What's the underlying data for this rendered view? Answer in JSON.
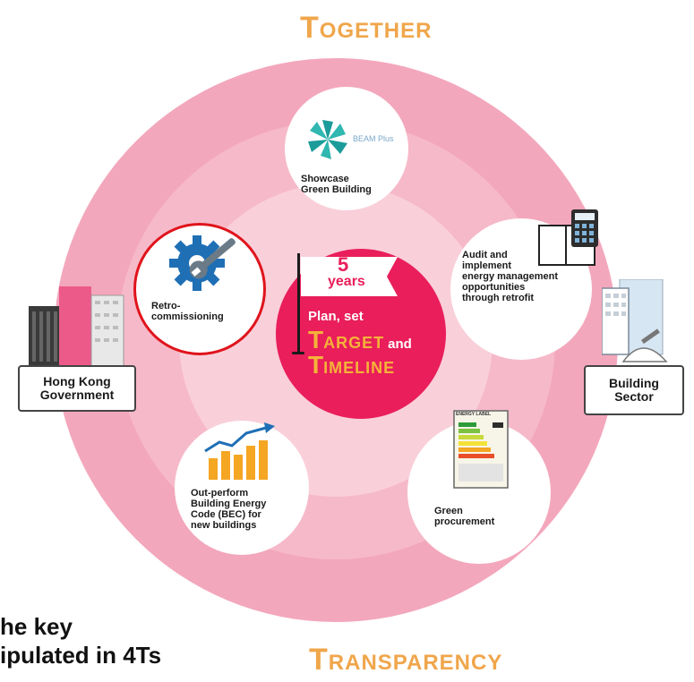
{
  "top_title": {
    "cap": "T",
    "rest": "OGETHER"
  },
  "bottom_title": {
    "cap": "T",
    "rest": "RANSPARENCY"
  },
  "center": {
    "flag_number": "5",
    "flag_unit": "years",
    "plan": "Plan, set",
    "target_cap": "T",
    "target_rest": "ARGET",
    "and": "and",
    "timeline_cap": "T",
    "timeline_rest": "IMELINE"
  },
  "items": {
    "showcase": {
      "line1": "Showcase",
      "line2": "Green Building",
      "logo_text": "BEAM Plus"
    },
    "audit": {
      "line1": "Audit and",
      "line2": "implement",
      "line3": "energy management",
      "line4": "opportunities",
      "line5": "through retrofit"
    },
    "retro": {
      "line1": "Retro-",
      "line2": "commissioning"
    },
    "outperform": {
      "line1": "Out-perform",
      "line2": "Building Energy",
      "line3": "Code (BEC) for",
      "line4": "new buildings"
    },
    "green": {
      "line1": "Green",
      "line2": "procurement",
      "label_text": "ENERGY LABEL"
    }
  },
  "sides": {
    "left": {
      "line1": "Hong Kong",
      "line2": "Government"
    },
    "right": {
      "line1": "Building",
      "line2": "Sector"
    }
  },
  "caption": {
    "line1": "he key",
    "line2": "ipulated in 4Ts"
  },
  "colors": {
    "ring_outer": "#f3a7bc",
    "ring_mid": "#f6b9c9",
    "ring_inner": "#f9cfda",
    "center": "#e91e5a",
    "title": "#f0a64b",
    "highlight": "#e0141c",
    "accent_blue": "#1f6fb5"
  }
}
